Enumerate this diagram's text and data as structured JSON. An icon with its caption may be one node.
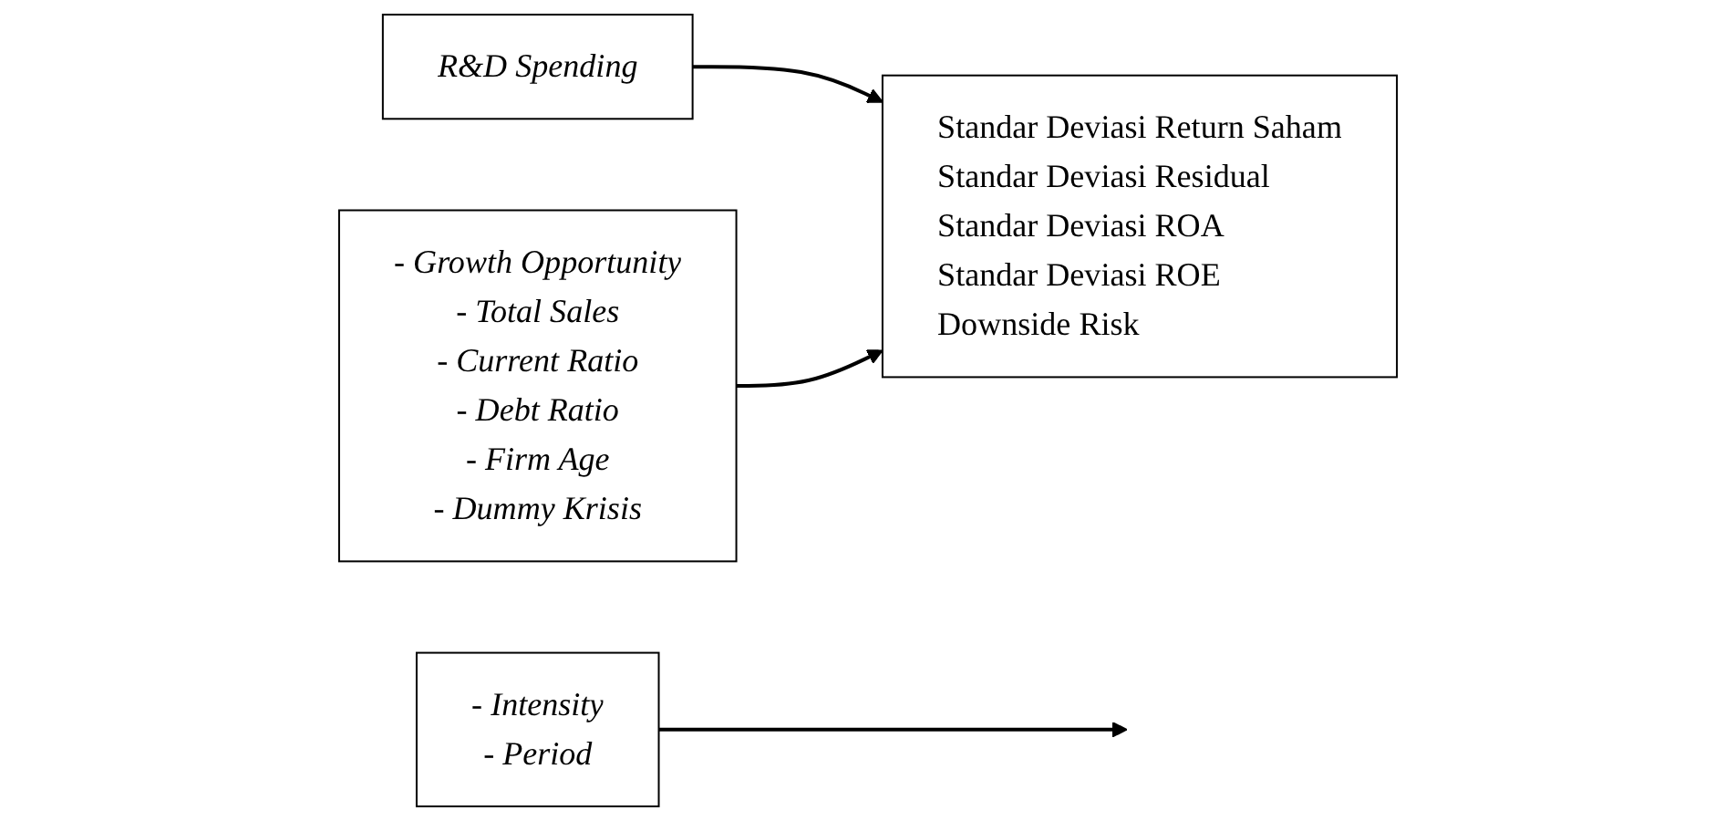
{
  "diagram": {
    "nodes": [
      {
        "text": [
          "R&D Spending"
        ]
      },
      {
        "text": [
          "Standar Deviasi Return Saham",
          "Standar Deviasi Residual",
          "Standar Deviasi ROA",
          "Standar Deviasi ROE",
          "Downside Risk"
        ]
      },
      {
        "text": [
          "- Intensity",
          "- Period"
        ]
      },
      {
        "text": [
          "- Growth Opportunity",
          "- Total Sales",
          "- Current Ratio",
          "- Debt Ratio",
          "- Firm Age",
          "- Dummy Krisis"
        ]
      }
    ],
    "edges": [
      {
        "from": 0,
        "to": 1,
        "arrow": "to"
      },
      {
        "from": 2,
        "to": null,
        "arrow": "to"
      },
      {
        "from": 3,
        "to": 1,
        "arrow": "to"
      }
    ]
  }
}
